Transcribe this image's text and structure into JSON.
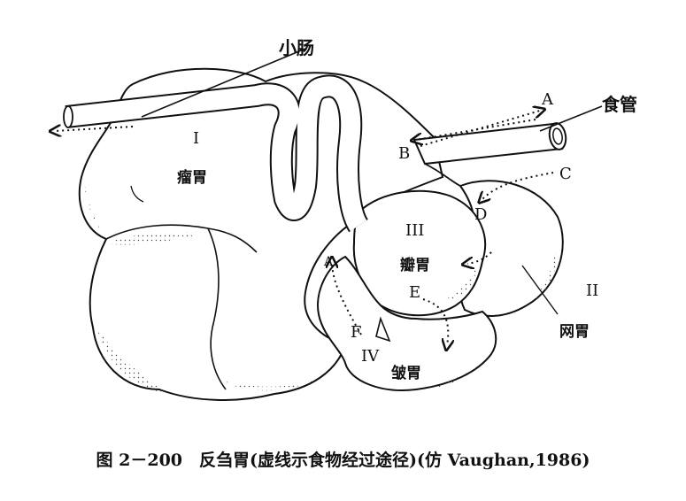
{
  "labels": {
    "small_intestine": "小肠",
    "esophagus": "食管",
    "rumen_numeral": "I",
    "rumen": "瘤胃",
    "reticulum_numeral": "II",
    "reticulum": "网胃",
    "omasum_numeral": "III",
    "omasum": "瓣胃",
    "abomasum_numeral": "IV",
    "abomasum": "皱胃",
    "point_a1": "A",
    "point_a2": "A",
    "point_b": "B",
    "point_c": "C",
    "point_d": "D",
    "point_e": "E",
    "point_f": "F"
  },
  "caption": "图 2－200　反刍胃(虚线示食物经过途径)(仿 Vaughan,1986)",
  "colors": {
    "line": "#111111",
    "fill": "#ffffff",
    "stipple": "#555555"
  }
}
